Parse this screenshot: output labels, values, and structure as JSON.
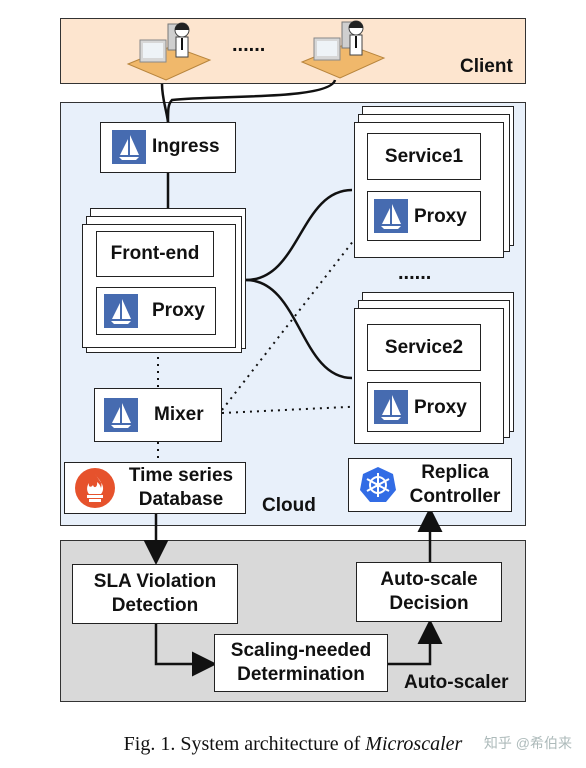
{
  "regions": {
    "client": "Client",
    "cloud": "Cloud",
    "autoscaler": "Auto-scaler"
  },
  "client": {
    "ellipsis": "......"
  },
  "cloud": {
    "ingress": "Ingress",
    "frontend": "Front-end",
    "proxy": "Proxy",
    "service1": "Service1",
    "service2": "Service2",
    "services_ellipsis": "......",
    "mixer": "Mixer",
    "tsdb_line1": "Time series",
    "tsdb_line2": "Database",
    "replica_line1": "Replica",
    "replica_line2": "Controller"
  },
  "autoscaler": {
    "sla_line1": "SLA Violation",
    "sla_line2": "Detection",
    "scaling_line1": "Scaling-needed",
    "scaling_line2": "Determination",
    "decision_line1": "Auto-scale",
    "decision_line2": "Decision"
  },
  "caption": {
    "prefix": "Fig. 1.  System architecture of ",
    "name": "Microscaler"
  },
  "watermark": "知乎 @希伯来",
  "colors": {
    "client_bg": "#fde5cf",
    "cloud_bg": "#e8f0fa",
    "autoscaler_bg": "#d9d9d9",
    "istio_blue": "#466bb0",
    "prometheus_orange": "#e6522c",
    "kubernetes_blue": "#326ce5"
  }
}
